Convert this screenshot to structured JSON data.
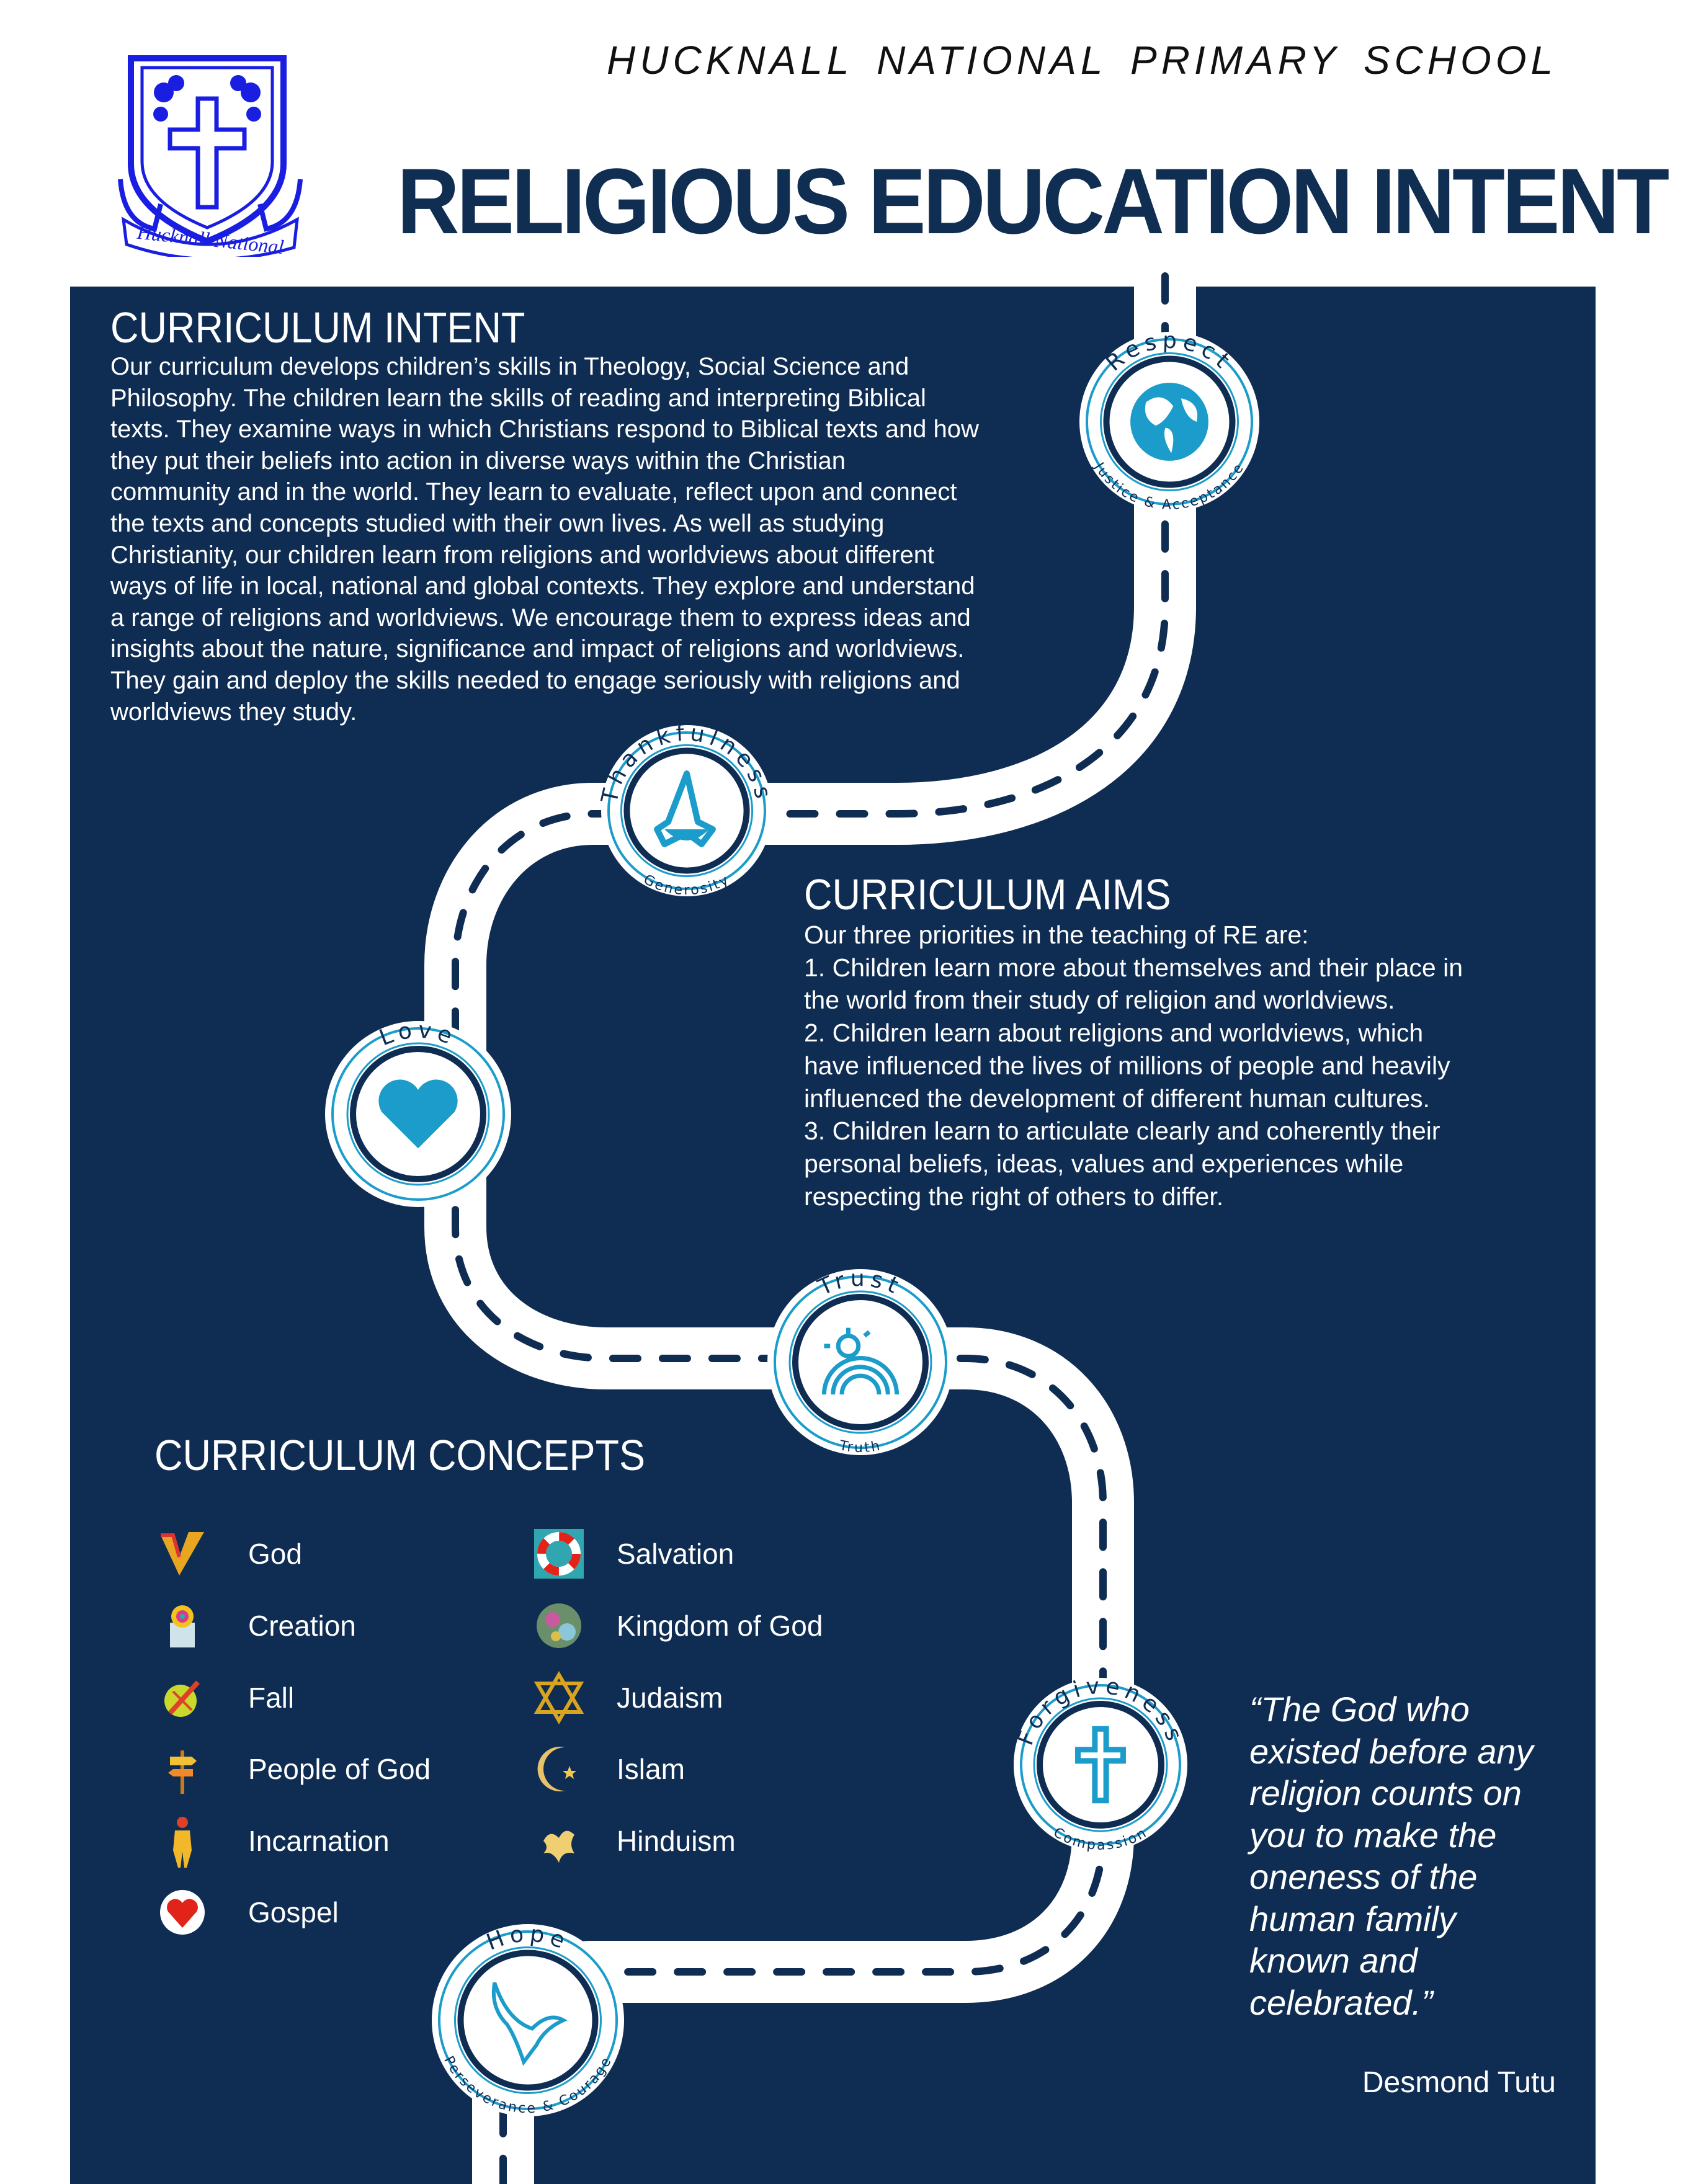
{
  "header": {
    "school_name": "HUCKNALL NATIONAL PRIMARY SCHOOL",
    "title": "RELIGIOUS EDUCATION INTENT",
    "logo_text": "Hucknall National"
  },
  "intent": {
    "heading": "CURRICULUM INTENT",
    "lines": [
      "Our curriculum develops children’s skills in Theology, Social Science and",
      "Philosophy. The children learn the skills of reading and interpreting Biblical",
      "texts. They examine ways in which Christians respond to Biblical texts and how",
      "they put their beliefs into action in diverse ways within the Christian",
      "community and in the world. They learn to evaluate, reflect upon and connect",
      "the texts and concepts studied with their own lives. As well as studying",
      "Christianity, our children learn from religions and worldviews about different",
      "ways of life in local, national and global contexts. They explore and understand",
      "a range of religions and worldviews. We encourage them to express ideas and",
      "insights about the nature, significance and impact of religions and worldviews.",
      "They gain and deploy the skills needed to engage seriously with religions and",
      "worldviews they study."
    ]
  },
  "aims": {
    "heading": "CURRICULUM AIMS",
    "lines": [
      "Our three priorities in the teaching of RE are:",
      "1. Children learn more about themselves and their place in",
      "the world from their study of religion and worldviews.",
      "2. Children learn about religions and worldviews, which",
      "have influenced the lives of millions of people and heavily",
      "influenced the development of different human cultures.",
      "3. Children learn to articulate clearly and coherently their",
      "personal beliefs, ideas, values and experiences while",
      "respecting the right of others to differ."
    ]
  },
  "concepts": {
    "heading": "CURRICULUM CONCEPTS",
    "left": [
      {
        "label": "God",
        "icon": "god-icon"
      },
      {
        "label": "Creation",
        "icon": "creation-icon"
      },
      {
        "label": "Fall",
        "icon": "apple-icon"
      },
      {
        "label": "People of God",
        "icon": "signpost-icon"
      },
      {
        "label": "Incarnation",
        "icon": "figure-icon"
      },
      {
        "label": "Gospel",
        "icon": "heart-icon"
      }
    ],
    "right": [
      {
        "label": "Salvation",
        "icon": "lifebuoy-icon"
      },
      {
        "label": "Kingdom of God",
        "icon": "globe-icon"
      },
      {
        "label": "Judaism",
        "icon": "star-of-david-icon"
      },
      {
        "label": "Islam",
        "icon": "crescent-star-icon"
      },
      {
        "label": "Hinduism",
        "icon": "om-icon"
      }
    ]
  },
  "values": [
    {
      "top": "Respect",
      "bottom": "Justice & Acceptance",
      "icon": "globe-icon"
    },
    {
      "top": "Thankfulness",
      "bottom": "Generosity",
      "icon": "praying-hands-icon"
    },
    {
      "top": "Love",
      "bottom": "",
      "icon": "heart-icon"
    },
    {
      "top": "Trust",
      "bottom": "Truth",
      "icon": "sun-rainbow-icon"
    },
    {
      "top": "Forgiveness",
      "bottom": "Compassion",
      "icon": "cross-icon"
    },
    {
      "top": "Hope",
      "bottom": "Perseverance & Courage",
      "icon": "dove-icon"
    }
  ],
  "quote": {
    "lines": [
      "“The God who",
      "existed before any",
      "religion counts on",
      "you to make the",
      "oneness of the",
      "human family",
      "known and",
      "celebrated.”"
    ],
    "author": "Desmond Tutu"
  },
  "colors": {
    "navy": "#0f2c52",
    "teal": "#1b9ccb",
    "crest_blue": "#1a1ee0"
  }
}
